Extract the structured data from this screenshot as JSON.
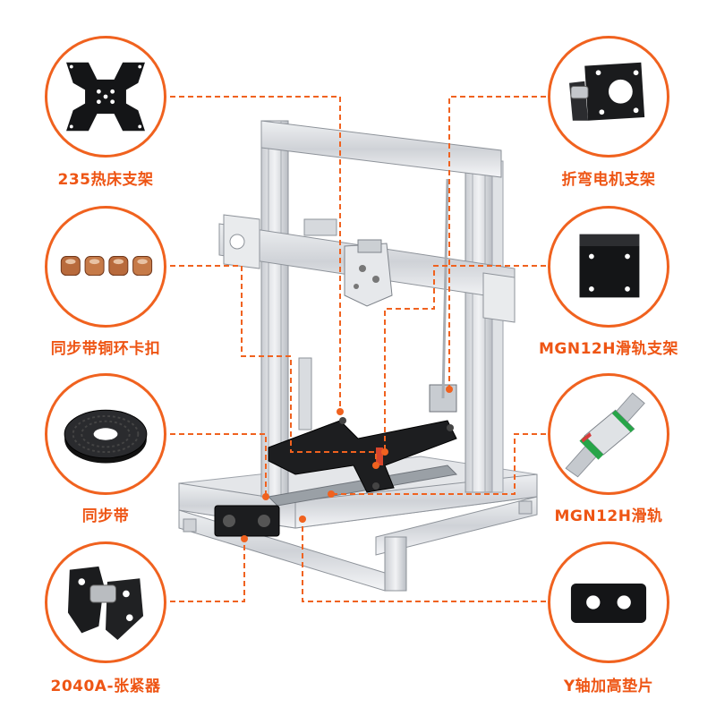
{
  "accent_color": "#f0621f",
  "parts": {
    "heated_bed_bracket": "235热床支架",
    "belt_copper_ring": "同步带铜环卡扣",
    "timing_belt": "同步带",
    "tensioner": "2040A-张紧器",
    "motor_bracket": "折弯电机支架",
    "rail_bracket": "MGN12H滑轨支架",
    "linear_rail": "MGN12H滑轨",
    "y_spacer": "Y轴加高垫片"
  },
  "icons": {
    "heated_bed_bracket": "x-bracket-icon",
    "belt_copper_ring": "copper-rings-icon",
    "timing_belt": "belt-roll-icon",
    "tensioner": "tensioner-icon",
    "motor_bracket": "motor-bracket-icon",
    "rail_bracket": "rail-bracket-icon",
    "linear_rail": "linear-rail-icon",
    "y_spacer": "spacer-plate-icon"
  }
}
